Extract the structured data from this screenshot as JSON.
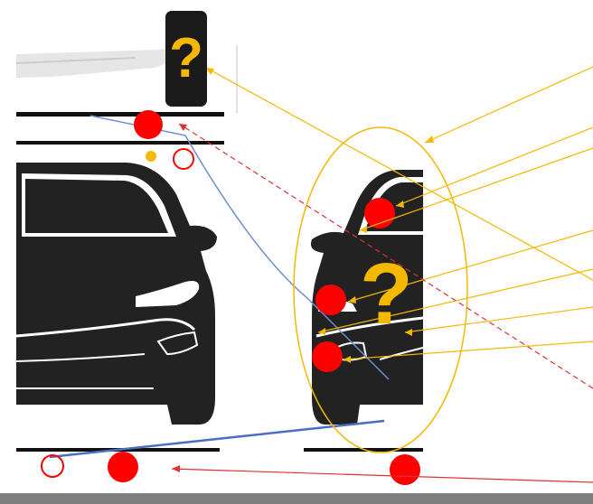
{
  "question_marks": [
    "?",
    "?"
  ],
  "colors": {
    "callout_line": "#f5b800",
    "dashed_line": "#e03030",
    "trajectory": "#6f8fcf",
    "marker": "#ff0000",
    "car": "#222222",
    "ground": "#7f7f7f"
  },
  "icons": [
    "car-front-left",
    "car-front-right",
    "question-mark-badge",
    "question-mark"
  ]
}
